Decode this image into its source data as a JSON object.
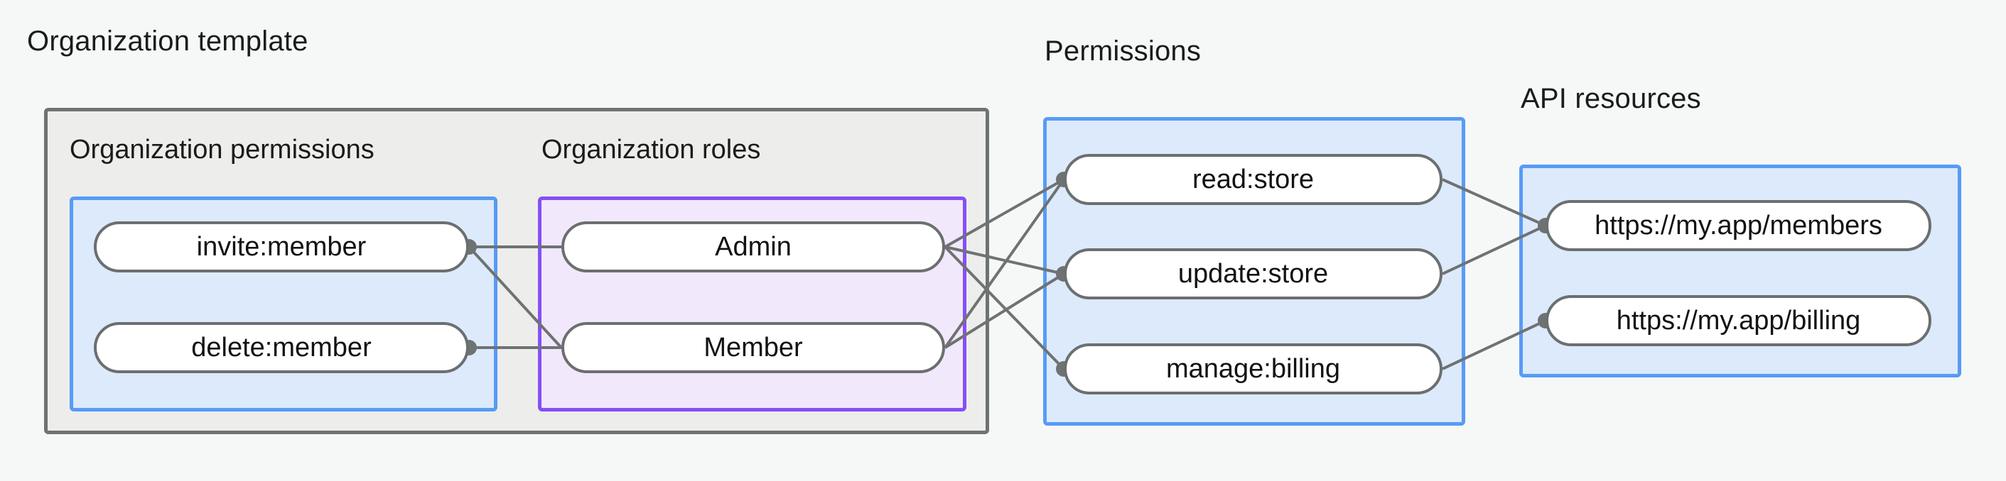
{
  "diagram": {
    "type": "authorization-model-relationship-diagram",
    "background_color": "#f6f8f8",
    "groups": [
      {
        "id": "org-template",
        "title": "Organization template",
        "style": "gray",
        "border_color": "#6e7272",
        "fill_color": "#ededeb",
        "subgroups": [
          "org-permissions",
          "org-roles"
        ]
      },
      {
        "id": "org-permissions",
        "title": "Organization permissions",
        "style": "blue",
        "border_color": "#579bf6",
        "fill_color": "#dceafb"
      },
      {
        "id": "org-roles",
        "title": "Organization roles",
        "style": "purple",
        "border_color": "#8450f7",
        "fill_color": "#f2e8fc"
      },
      {
        "id": "permissions",
        "title": "Permissions",
        "style": "blue",
        "border_color": "#579bf6",
        "fill_color": "#dceafb"
      },
      {
        "id": "api-resources",
        "title": "API resources",
        "style": "blue",
        "border_color": "#579bf6",
        "fill_color": "#dceafb"
      }
    ],
    "nodes": {
      "org_permissions": [
        {
          "id": "invite-member",
          "label": "invite:member"
        },
        {
          "id": "delete-member",
          "label": "delete:member"
        }
      ],
      "org_roles": [
        {
          "id": "admin",
          "label": "Admin"
        },
        {
          "id": "member",
          "label": "Member"
        }
      ],
      "permissions": [
        {
          "id": "read-store",
          "label": "read:store"
        },
        {
          "id": "update-store",
          "label": "update:store"
        },
        {
          "id": "manage-billing",
          "label": "manage:billing"
        }
      ],
      "api_resources": [
        {
          "id": "members-url",
          "label": "https://my.app/members"
        },
        {
          "id": "billing-url",
          "label": "https://my.app/billing"
        }
      ]
    },
    "edges": [
      {
        "from": "invite-member",
        "to": "admin"
      },
      {
        "from": "invite-member",
        "to": "member"
      },
      {
        "from": "delete-member",
        "to": "admin"
      },
      {
        "from": "admin",
        "to": "read-store"
      },
      {
        "from": "admin",
        "to": "update-store"
      },
      {
        "from": "admin",
        "to": "manage-billing"
      },
      {
        "from": "member",
        "to": "read-store"
      },
      {
        "from": "member",
        "to": "update-store"
      },
      {
        "from": "read-store",
        "to": "members-url"
      },
      {
        "from": "update-store",
        "to": "members-url"
      },
      {
        "from": "manage-billing",
        "to": "billing-url"
      }
    ],
    "edge_color": "#6e7272"
  }
}
